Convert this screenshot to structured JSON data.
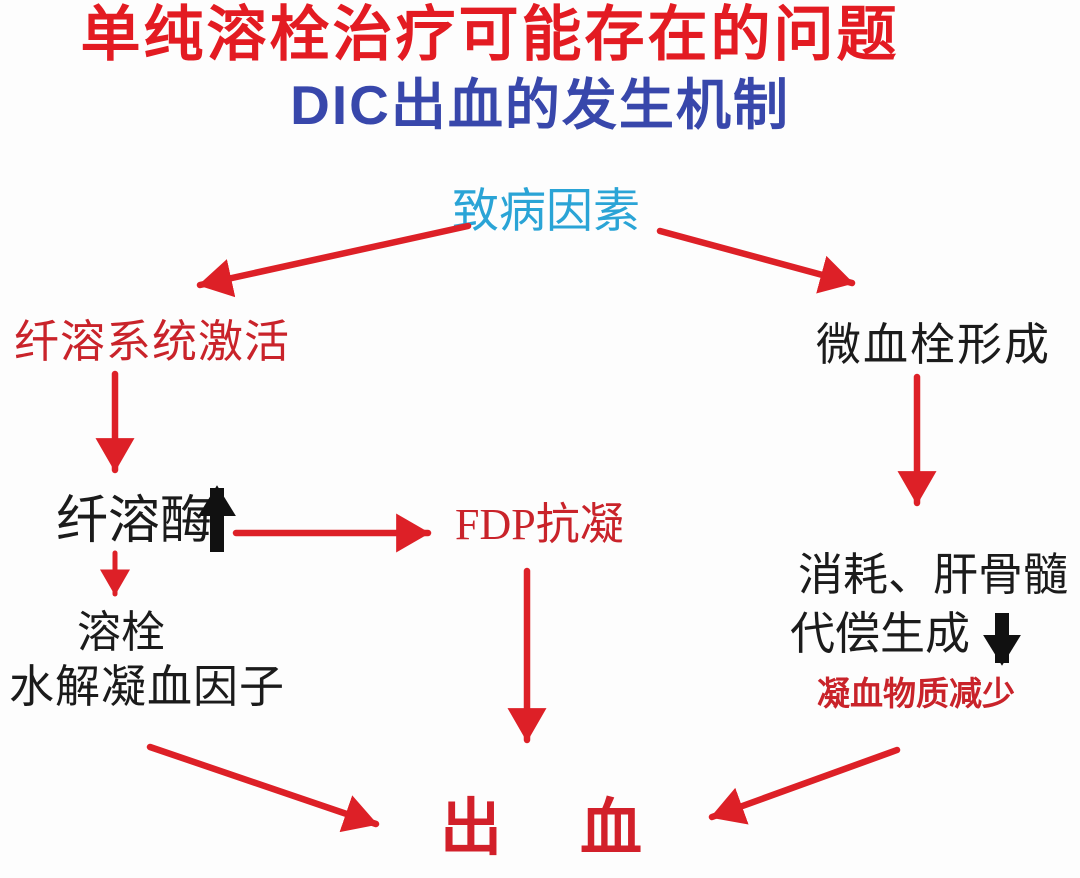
{
  "diagram": {
    "title": "单纯溶栓治疗可能存在的问题",
    "subtitle": "DIC出血的发生机制",
    "nodes": {
      "pathogenic_factor": "致病因素",
      "fibrinolytic_system_activation": "纤溶系统激活",
      "microthrombus_formation": "微血栓形成",
      "plasmin": "纤溶酶",
      "fdp_anticoagulation": "FDP抗凝",
      "thrombolysis": "溶栓",
      "hydrolyze_coagulation_factors": "水解凝血因子",
      "consumption_liver_marrow": "消耗、肝骨髓",
      "compensatory_generation": "代偿生成",
      "coagulation_substance_decrease": "凝血物质减少",
      "bleeding": "出　血"
    },
    "colors": {
      "title_red": "#e31b22",
      "subtitle_blue": "#3847ab",
      "cyan": "#2aa4d6",
      "node_red": "#c9232a",
      "bleeding_red": "#d2202a",
      "text_black": "#1b1b1b",
      "arrow_red": "#dd2027",
      "arrow_black": "#111111",
      "background": "#fdfdfd"
    }
  }
}
